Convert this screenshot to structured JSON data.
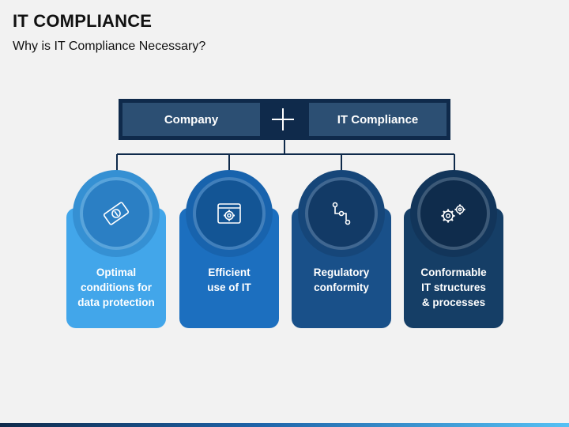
{
  "title": "IT COMPLIANCE",
  "subtitle": "Why is IT Compliance Necessary?",
  "header": {
    "left": "Company",
    "right": "IT Compliance"
  },
  "cards": [
    {
      "label": "Optimal\nconditions for\ndata protection",
      "icon": "money-bill-icon",
      "color": "#42a6ea",
      "ring": "#3590d3",
      "inner": "#2b7fc4"
    },
    {
      "label": "Efficient\nuse of IT",
      "icon": "gear-window-icon",
      "color": "#1c6fbf",
      "ring": "#1863ad",
      "inner": "#135595"
    },
    {
      "label": "Regulatory\nconformity",
      "icon": "workflow-icon",
      "color": "#195089",
      "ring": "#164679",
      "inner": "#123a66"
    },
    {
      "label": "Conformable\nIT structures\n& processes",
      "icon": "gears-icon",
      "color": "#153e66",
      "ring": "#12355a",
      "inner": "#0f2c4c"
    }
  ]
}
